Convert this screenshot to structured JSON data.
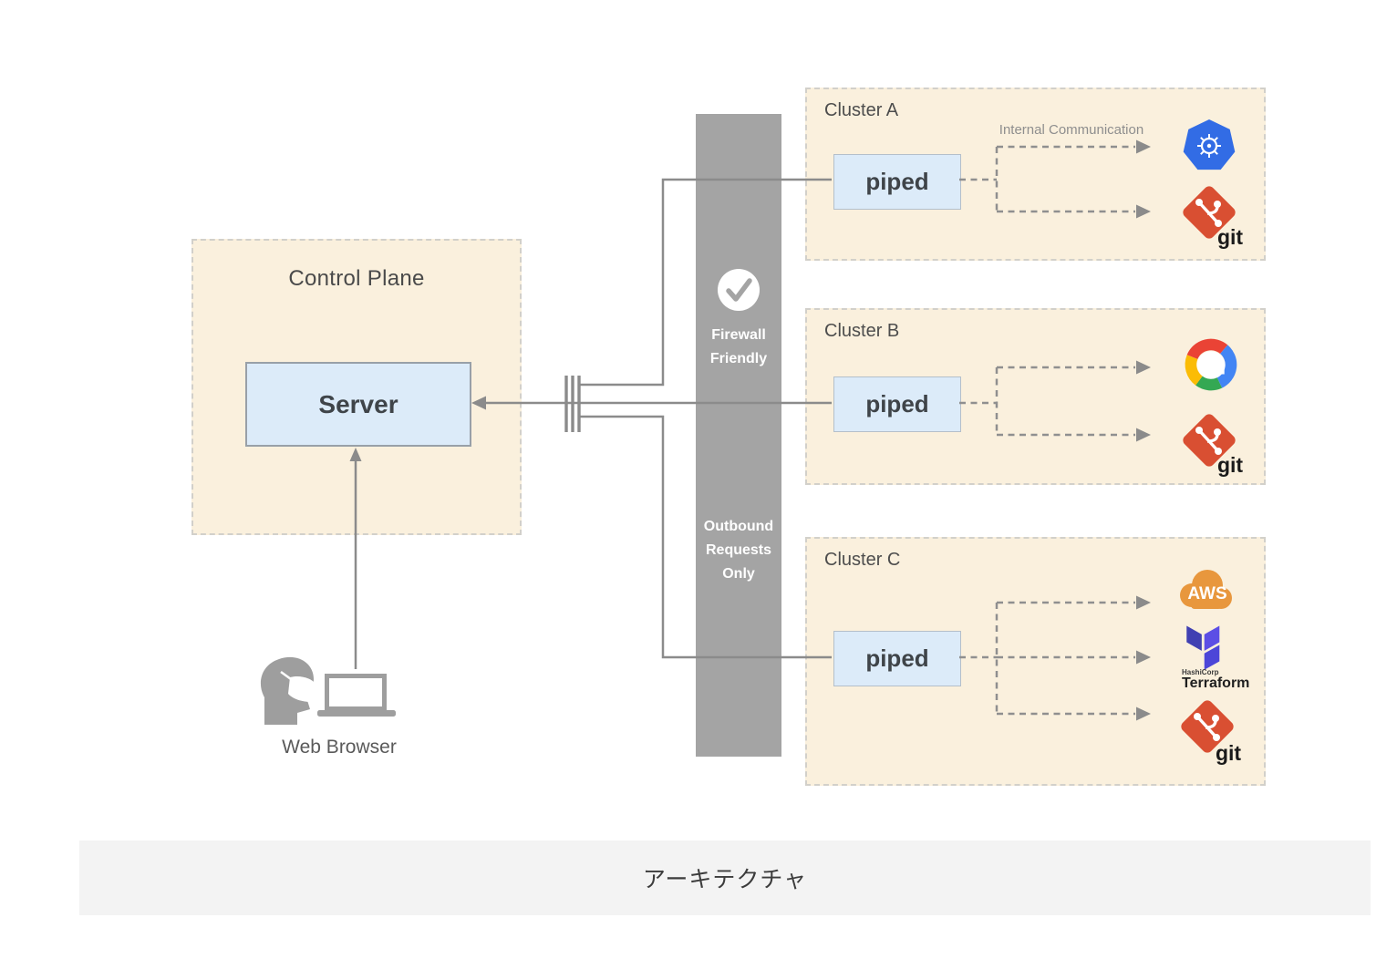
{
  "caption": "アーキテクチャ",
  "control_plane": {
    "title": "Control Plane",
    "server_label": "Server"
  },
  "web_browser": {
    "label": "Web Browser",
    "icons": [
      "person-with-mask-icon",
      "laptop-icon"
    ]
  },
  "firewall_bar": {
    "check_icon": "checkmark-icon",
    "top_label": "Firewall Friendly",
    "bottom_label": "Outbound Requests Only"
  },
  "clusters": [
    {
      "label": "Cluster A",
      "piped_label": "piped",
      "annotation": "Internal Communication",
      "targets": [
        "kubernetes-icon",
        "git-icon"
      ]
    },
    {
      "label": "Cluster B",
      "piped_label": "piped",
      "targets": [
        "google-cloud-icon",
        "git-icon"
      ]
    },
    {
      "label": "Cluster C",
      "piped_label": "piped",
      "targets": [
        "aws-icon",
        "terraform-icon",
        "git-icon"
      ]
    }
  ],
  "icon_labels": {
    "git": "git",
    "aws": "AWS",
    "terraform": "Terraform",
    "terraform_brand": "HashiCorp"
  },
  "colors": {
    "panel_bg": "#faf0dd",
    "box_blue": "#dcebf9",
    "bar_gray": "#a4a4a4",
    "line_gray": "#8b8b8b",
    "kubernetes_blue": "#326ce5",
    "git_red": "#d94f32",
    "aws_orange": "#e8973d",
    "terraform_purple": "#5c4ee5",
    "terraform_indigo": "#4040b2",
    "gcp_red": "#ea4335",
    "gcp_yellow": "#fbbc05",
    "gcp_green": "#34a853",
    "gcp_blue": "#4285f4",
    "caption_bg": "#f3f3f3"
  }
}
